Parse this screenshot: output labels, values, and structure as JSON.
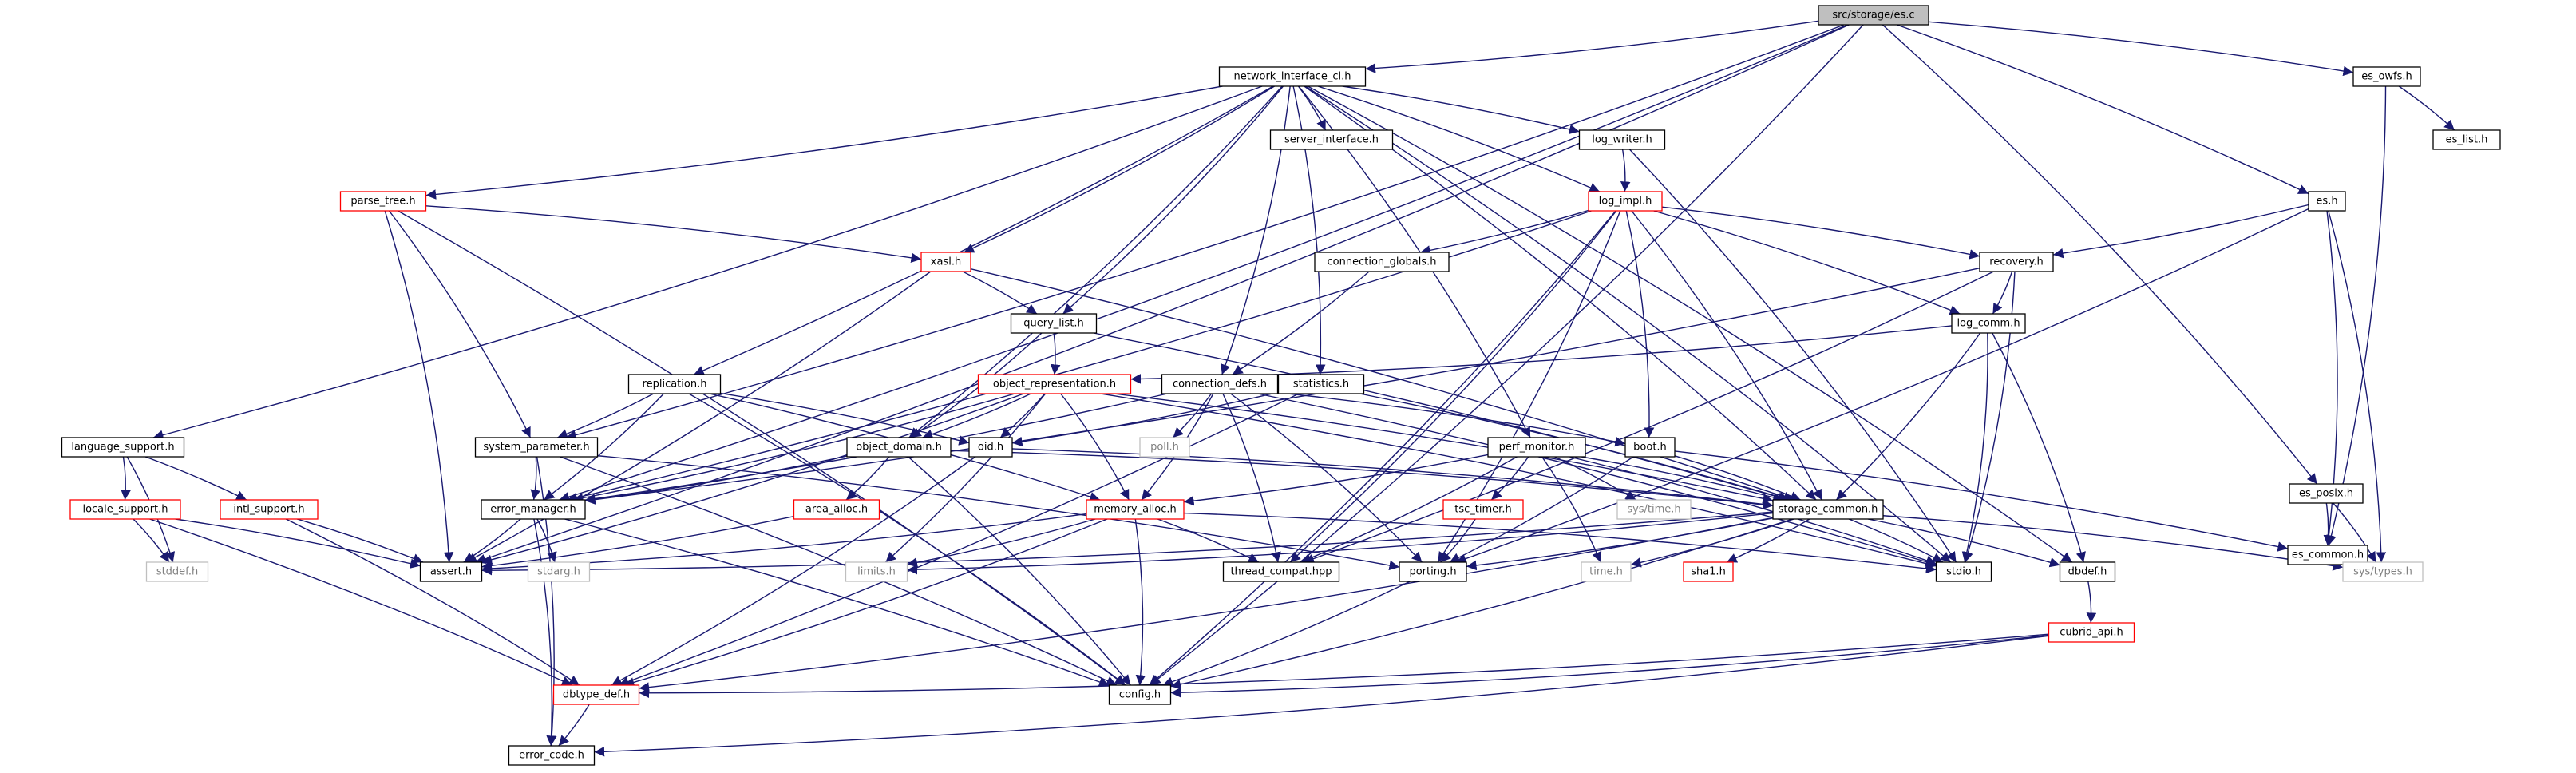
{
  "graph": {
    "root": "src/storage/es.c",
    "colors": {
      "edge": "#191970",
      "root_fill": "#bfbfbf",
      "normal_border": "#000000",
      "truncated_border": "#ff0000",
      "system_border": "#bfbfbf",
      "system_text": "#808080"
    },
    "nodes": [
      {
        "id": "es_c",
        "label": "src/storage/es.c",
        "kind": "root"
      },
      {
        "id": "network_interface_cl",
        "label": "network_interface_cl.h",
        "kind": "normal"
      },
      {
        "id": "es_owfs",
        "label": "es_owfs.h",
        "kind": "normal"
      },
      {
        "id": "es_list",
        "label": "es_list.h",
        "kind": "normal"
      },
      {
        "id": "server_interface",
        "label": "server_interface.h",
        "kind": "normal"
      },
      {
        "id": "log_writer",
        "label": "log_writer.h",
        "kind": "normal"
      },
      {
        "id": "log_impl",
        "label": "log_impl.h",
        "kind": "truncated"
      },
      {
        "id": "es_h",
        "label": "es.h",
        "kind": "normal"
      },
      {
        "id": "parse_tree",
        "label": "parse_tree.h",
        "kind": "truncated"
      },
      {
        "id": "xasl",
        "label": "xasl.h",
        "kind": "truncated"
      },
      {
        "id": "connection_globals",
        "label": "connection_globals.h",
        "kind": "normal"
      },
      {
        "id": "recovery",
        "label": "recovery.h",
        "kind": "normal"
      },
      {
        "id": "query_list",
        "label": "query_list.h",
        "kind": "normal"
      },
      {
        "id": "log_comm",
        "label": "log_comm.h",
        "kind": "normal"
      },
      {
        "id": "replication",
        "label": "replication.h",
        "kind": "normal"
      },
      {
        "id": "object_representation",
        "label": "object_representation.h",
        "kind": "truncated"
      },
      {
        "id": "connection_defs",
        "label": "connection_defs.h",
        "kind": "normal"
      },
      {
        "id": "statistics",
        "label": "statistics.h",
        "kind": "normal"
      },
      {
        "id": "language_support",
        "label": "language_support.h",
        "kind": "normal"
      },
      {
        "id": "system_parameter",
        "label": "system_parameter.h",
        "kind": "normal"
      },
      {
        "id": "object_domain",
        "label": "object_domain.h",
        "kind": "normal"
      },
      {
        "id": "oid",
        "label": "oid.h",
        "kind": "normal"
      },
      {
        "id": "poll",
        "label": "poll.h",
        "kind": "system"
      },
      {
        "id": "boot",
        "label": "boot.h",
        "kind": "normal"
      },
      {
        "id": "perf_monitor",
        "label": "perf_monitor.h",
        "kind": "normal"
      },
      {
        "id": "es_posix",
        "label": "es_posix.h",
        "kind": "normal"
      },
      {
        "id": "locale_support",
        "label": "locale_support.h",
        "kind": "truncated"
      },
      {
        "id": "intl_support",
        "label": "intl_support.h",
        "kind": "truncated"
      },
      {
        "id": "error_manager",
        "label": "error_manager.h",
        "kind": "normal"
      },
      {
        "id": "area_alloc",
        "label": "area_alloc.h",
        "kind": "truncated"
      },
      {
        "id": "memory_alloc",
        "label": "memory_alloc.h",
        "kind": "truncated"
      },
      {
        "id": "tsc_timer",
        "label": "tsc_timer.h",
        "kind": "truncated"
      },
      {
        "id": "sys_time",
        "label": "sys/time.h",
        "kind": "system"
      },
      {
        "id": "storage_common",
        "label": "storage_common.h",
        "kind": "normal"
      },
      {
        "id": "es_common",
        "label": "es_common.h",
        "kind": "normal"
      },
      {
        "id": "stddef",
        "label": "stddef.h",
        "kind": "system"
      },
      {
        "id": "assert",
        "label": "assert.h",
        "kind": "normal"
      },
      {
        "id": "stdarg",
        "label": "stdarg.h",
        "kind": "system"
      },
      {
        "id": "limits",
        "label": "limits.h",
        "kind": "system"
      },
      {
        "id": "thread_compat",
        "label": "thread_compat.hpp",
        "kind": "normal"
      },
      {
        "id": "porting",
        "label": "porting.h",
        "kind": "normal"
      },
      {
        "id": "time_h",
        "label": "time.h",
        "kind": "system"
      },
      {
        "id": "sha1",
        "label": "sha1.h",
        "kind": "truncated"
      },
      {
        "id": "stdio",
        "label": "stdio.h",
        "kind": "normal"
      },
      {
        "id": "dbdef",
        "label": "dbdef.h",
        "kind": "normal"
      },
      {
        "id": "sys_types",
        "label": "sys/types.h",
        "kind": "system"
      },
      {
        "id": "cubrid_api",
        "label": "cubrid_api.h",
        "kind": "truncated"
      },
      {
        "id": "dbtype_def",
        "label": "dbtype_def.h",
        "kind": "truncated"
      },
      {
        "id": "config",
        "label": "config.h",
        "kind": "normal"
      },
      {
        "id": "error_code",
        "label": "error_code.h",
        "kind": "normal"
      }
    ],
    "edges": [
      [
        "es_c",
        "network_interface_cl"
      ],
      [
        "es_c",
        "es_owfs"
      ],
      [
        "es_c",
        "es_h"
      ],
      [
        "es_c",
        "es_posix"
      ],
      [
        "es_c",
        "system_parameter"
      ],
      [
        "es_c",
        "error_manager"
      ],
      [
        "es_c",
        "assert"
      ],
      [
        "es_c",
        "config"
      ],
      [
        "es_owfs",
        "es_list"
      ],
      [
        "es_owfs",
        "es_common"
      ],
      [
        "es_h",
        "recovery"
      ],
      [
        "es_h",
        "es_common"
      ],
      [
        "es_h",
        "sys_types"
      ],
      [
        "es_h",
        "porting"
      ],
      [
        "es_posix",
        "es_common"
      ],
      [
        "es_posix",
        "sys_types"
      ],
      [
        "network_interface_cl",
        "server_interface"
      ],
      [
        "network_interface_cl",
        "log_writer"
      ],
      [
        "network_interface_cl",
        "log_impl"
      ],
      [
        "network_interface_cl",
        "parse_tree"
      ],
      [
        "network_interface_cl",
        "xasl"
      ],
      [
        "network_interface_cl",
        "query_list"
      ],
      [
        "network_interface_cl",
        "replication"
      ],
      [
        "network_interface_cl",
        "language_support"
      ],
      [
        "network_interface_cl",
        "object_domain"
      ],
      [
        "network_interface_cl",
        "connection_defs"
      ],
      [
        "network_interface_cl",
        "statistics"
      ],
      [
        "network_interface_cl",
        "perf_monitor"
      ],
      [
        "network_interface_cl",
        "storage_common"
      ],
      [
        "network_interface_cl",
        "stdio"
      ],
      [
        "network_interface_cl",
        "dbdef"
      ],
      [
        "log_writer",
        "log_impl"
      ],
      [
        "log_writer",
        "stdio"
      ],
      [
        "log_impl",
        "connection_globals"
      ],
      [
        "log_impl",
        "recovery"
      ],
      [
        "log_impl",
        "log_comm"
      ],
      [
        "log_impl",
        "boot"
      ],
      [
        "log_impl",
        "storage_common"
      ],
      [
        "log_impl",
        "thread_compat"
      ],
      [
        "log_impl",
        "porting"
      ],
      [
        "log_impl",
        "error_manager"
      ],
      [
        "log_impl",
        "config"
      ],
      [
        "parse_tree",
        "xasl"
      ],
      [
        "parse_tree",
        "system_parameter"
      ],
      [
        "parse_tree",
        "assert"
      ],
      [
        "parse_tree",
        "config"
      ],
      [
        "xasl",
        "query_list"
      ],
      [
        "xasl",
        "storage_common"
      ],
      [
        "xasl",
        "assert"
      ],
      [
        "connection_globals",
        "connection_defs"
      ],
      [
        "recovery",
        "log_comm"
      ],
      [
        "recovery",
        "error_manager"
      ],
      [
        "recovery",
        "stdio"
      ],
      [
        "recovery",
        "thread_compat"
      ],
      [
        "query_list",
        "object_representation"
      ],
      [
        "query_list",
        "object_domain"
      ],
      [
        "query_list",
        "storage_common"
      ],
      [
        "log_comm",
        "object_representation"
      ],
      [
        "log_comm",
        "storage_common"
      ],
      [
        "log_comm",
        "stdio"
      ],
      [
        "log_comm",
        "dbdef"
      ],
      [
        "replication",
        "system_parameter"
      ],
      [
        "replication",
        "oid"
      ],
      [
        "replication",
        "error_manager"
      ],
      [
        "replication",
        "memory_alloc"
      ],
      [
        "replication",
        "config"
      ],
      [
        "object_representation",
        "object_domain"
      ],
      [
        "object_representation",
        "oid"
      ],
      [
        "object_representation",
        "memory_alloc"
      ],
      [
        "object_representation",
        "error_manager"
      ],
      [
        "object_representation",
        "limits"
      ],
      [
        "object_representation",
        "storage_common"
      ],
      [
        "object_representation",
        "assert"
      ],
      [
        "object_representation",
        "stdio"
      ],
      [
        "connection_defs",
        "poll"
      ],
      [
        "connection_defs",
        "boot"
      ],
      [
        "connection_defs",
        "memory_alloc"
      ],
      [
        "connection_defs",
        "thread_compat"
      ],
      [
        "connection_defs",
        "porting"
      ],
      [
        "connection_defs",
        "error_manager"
      ],
      [
        "connection_defs",
        "stdio"
      ],
      [
        "statistics",
        "oid"
      ],
      [
        "statistics",
        "storage_common"
      ],
      [
        "statistics",
        "dbtype_def"
      ],
      [
        "language_support",
        "locale_support"
      ],
      [
        "language_support",
        "intl_support"
      ],
      [
        "language_support",
        "stddef"
      ],
      [
        "system_parameter",
        "error_manager"
      ],
      [
        "system_parameter",
        "porting"
      ],
      [
        "system_parameter",
        "config"
      ],
      [
        "system_parameter",
        "error_code"
      ],
      [
        "object_domain",
        "area_alloc"
      ],
      [
        "object_domain",
        "error_manager"
      ],
      [
        "object_domain",
        "storage_common"
      ],
      [
        "object_domain",
        "config"
      ],
      [
        "oid",
        "storage_common"
      ],
      [
        "oid",
        "dbtype_def"
      ],
      [
        "boot",
        "storage_common"
      ],
      [
        "boot",
        "es_common"
      ],
      [
        "boot",
        "porting"
      ],
      [
        "perf_monitor",
        "memory_alloc"
      ],
      [
        "perf_monitor",
        "tsc_timer"
      ],
      [
        "perf_monitor",
        "sys_time"
      ],
      [
        "perf_monitor",
        "storage_common"
      ],
      [
        "perf_monitor",
        "thread_compat"
      ],
      [
        "perf_monitor",
        "time_h"
      ],
      [
        "perf_monitor",
        "stdio"
      ],
      [
        "locale_support",
        "stddef"
      ],
      [
        "locale_support",
        "assert"
      ],
      [
        "locale_support",
        "dbtype_def"
      ],
      [
        "intl_support",
        "assert"
      ],
      [
        "intl_support",
        "dbtype_def"
      ],
      [
        "error_manager",
        "assert"
      ],
      [
        "error_manager",
        "stdarg"
      ],
      [
        "error_manager",
        "error_code"
      ],
      [
        "error_manager",
        "config"
      ],
      [
        "area_alloc",
        "assert"
      ],
      [
        "memory_alloc",
        "assert"
      ],
      [
        "memory_alloc",
        "limits"
      ],
      [
        "memory_alloc",
        "thread_compat"
      ],
      [
        "memory_alloc",
        "stdio"
      ],
      [
        "memory_alloc",
        "dbtype_def"
      ],
      [
        "memory_alloc",
        "config"
      ],
      [
        "tsc_timer",
        "porting"
      ],
      [
        "storage_common",
        "assert"
      ],
      [
        "storage_common",
        "limits"
      ],
      [
        "storage_common",
        "porting"
      ],
      [
        "storage_common",
        "time_h"
      ],
      [
        "storage_common",
        "sha1"
      ],
      [
        "storage_common",
        "stdio"
      ],
      [
        "storage_common",
        "dbdef"
      ],
      [
        "storage_common",
        "sys_types"
      ],
      [
        "storage_common",
        "dbtype_def"
      ],
      [
        "storage_common",
        "config"
      ],
      [
        "dbdef",
        "cubrid_api"
      ],
      [
        "cubrid_api",
        "dbtype_def"
      ],
      [
        "cubrid_api",
        "config"
      ],
      [
        "cubrid_api",
        "error_code"
      ],
      [
        "porting",
        "config"
      ],
      [
        "dbtype_def",
        "error_code"
      ]
    ]
  }
}
